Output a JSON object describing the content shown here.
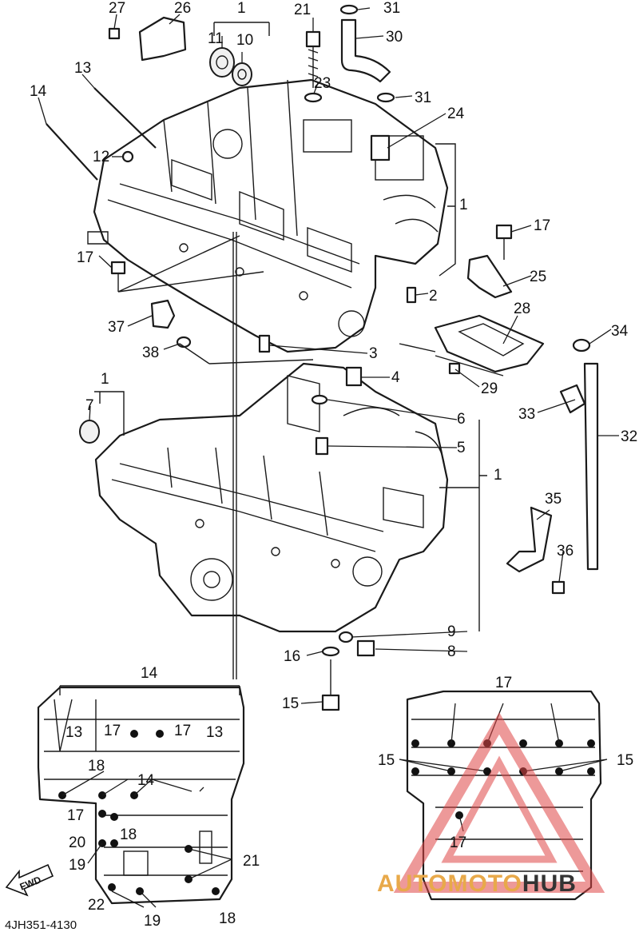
{
  "diagram": {
    "code": "4JH351-4130",
    "fwd_label": "FWD",
    "callouts": {
      "c27": "27",
      "c26": "26",
      "c1_top": "1",
      "c11": "11",
      "c10": "10",
      "c21_top": "21",
      "c31_a": "31",
      "c30": "30",
      "c23": "23",
      "c31_b": "31",
      "c24": "24",
      "c13": "13",
      "c14": "14",
      "c12": "12",
      "c1_right": "1",
      "c17_a": "17",
      "c17_b": "17",
      "c25": "25",
      "c2": "2",
      "c28": "28",
      "c34": "34",
      "c37": "37",
      "c38": "38",
      "c3": "3",
      "c4": "4",
      "c29": "29",
      "c1_left": "1",
      "c7": "7",
      "c6": "6",
      "c33": "33",
      "c32": "32",
      "c5": "5",
      "c1_mid": "1",
      "c35": "35",
      "c36": "36",
      "c9": "9",
      "c8": "8",
      "c16": "16",
      "c15": "15"
    },
    "inset_left": {
      "c14_top": "14",
      "c13_l": "13",
      "c17_l": "17",
      "c17_r": "17",
      "c13_r": "13",
      "c18_a": "18",
      "c14_b": "14",
      "c17_c": "17",
      "c18_b": "18",
      "c20": "20",
      "c19_a": "19",
      "c21": "21",
      "c22": "22",
      "c19_b": "19",
      "c18_c": "18"
    },
    "inset_right": {
      "c17_top": "17",
      "c15_l": "15",
      "c15_r": "15",
      "c17_bottom": "17"
    }
  },
  "watermark": {
    "part1": "AUTOMOTO",
    "part2": "HUB",
    "color_primary": "#e8a94a",
    "color_accent": "#333333",
    "logo_color": "#e04646"
  }
}
